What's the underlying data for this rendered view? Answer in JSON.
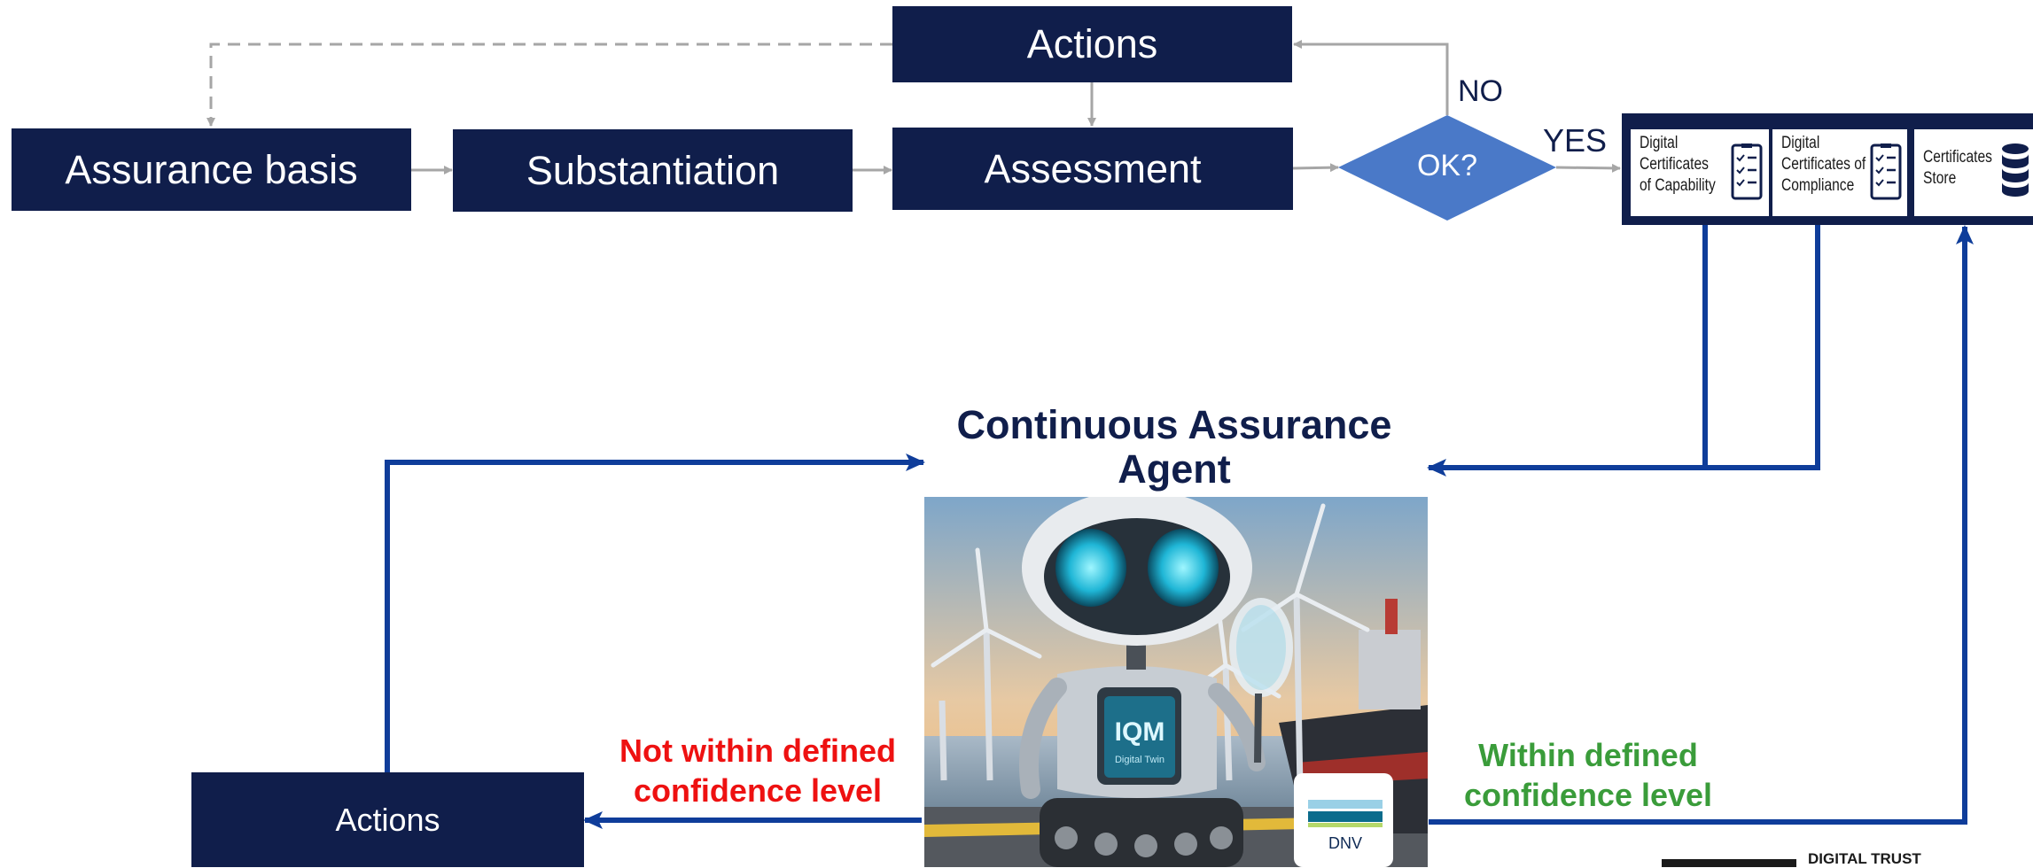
{
  "boxes": {
    "actions_top": "Actions",
    "assurance_basis": "Assurance basis",
    "substantiation": "Substantiation",
    "assessment": "Assessment",
    "actions_bottom": "Actions"
  },
  "decision": {
    "label": "OK?",
    "no": "NO",
    "yes": "YES"
  },
  "certificates": {
    "capability": [
      "Digital",
      "Certificates",
      "of Capability"
    ],
    "compliance": [
      "Digital",
      "Certificates of",
      "Compliance"
    ],
    "store": [
      "Certificates",
      "Store"
    ]
  },
  "agent": {
    "title_line1": "Continuous Assurance",
    "title_line2": "Agent",
    "screen_text": "IQM",
    "screen_sub": "Digital Twin",
    "badge": "DNV"
  },
  "outcomes": {
    "not_within_line1": "Not within defined",
    "not_within_line2": "confidence level",
    "within_line1": "Within defined",
    "within_line2": "confidence level"
  },
  "footer": {
    "brand": "DIGITAL TRUST"
  },
  "colors": {
    "navy": "#101e4b",
    "diamond": "#4a79c8",
    "flow_blue": "#0f3d9a",
    "gray_arrow": "#a6a6a6",
    "red": "#ee1111",
    "green": "#3a9c3a"
  }
}
